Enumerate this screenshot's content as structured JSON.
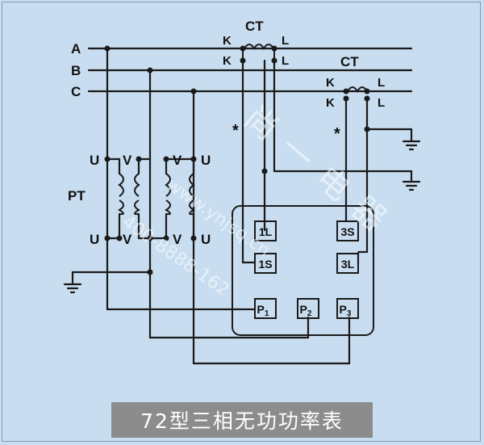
{
  "caption": "72型三相无功功率表",
  "phases": [
    "A",
    "B",
    "C"
  ],
  "ct1": {
    "title": "CT",
    "k1": "K",
    "k2": "K",
    "l1": "L",
    "l2": "L"
  },
  "ct2": {
    "title": "CT",
    "k1": "K",
    "k2": "K",
    "l1": "L",
    "l2": "L"
  },
  "pt": {
    "label": "PT",
    "top": [
      "U",
      "V",
      "V",
      "U"
    ],
    "bottom": [
      "U",
      "V",
      "V",
      "U"
    ]
  },
  "polarity_mark": "*",
  "meter": {
    "terminals": [
      "1L",
      "1S",
      "3S",
      "3L"
    ],
    "pins": [
      {
        "main": "P",
        "sub": "1"
      },
      {
        "main": "P",
        "sub": "2"
      },
      {
        "main": "P",
        "sub": "3"
      }
    ]
  },
  "watermark": {
    "brand": "尚一电器",
    "site": "www.ynjsq.cn",
    "phone": "400-8888-162"
  }
}
